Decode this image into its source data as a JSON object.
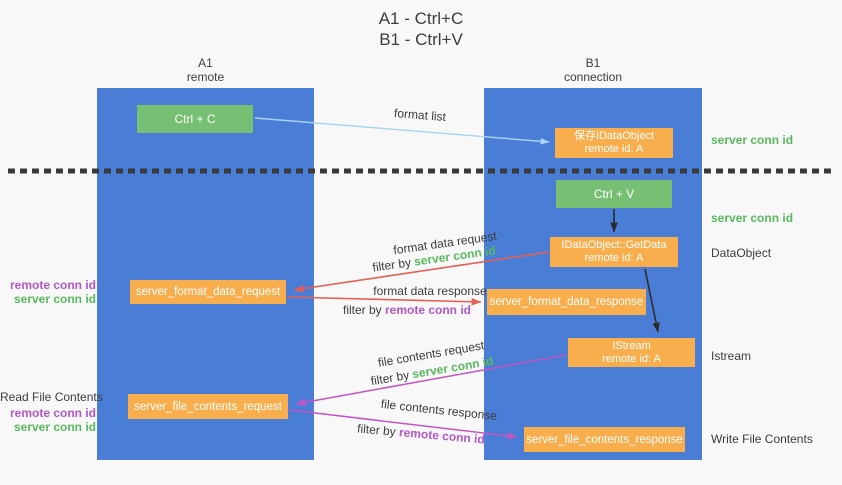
{
  "title": {
    "line1": "A1 - Ctrl+C",
    "line2": "B1 - Ctrl+V"
  },
  "columns": {
    "a": {
      "name": "A1",
      "subtitle": "remote"
    },
    "b": {
      "name": "B1",
      "subtitle": "connection"
    }
  },
  "nodes": {
    "ctrl_c": "Ctrl + C",
    "ctrl_v": "Ctrl + V",
    "save_dataobject": {
      "line1": "保存IDataObject",
      "line2": "remote id: A"
    },
    "getdata": {
      "line1": "IDataObject::GetData",
      "line2": "remote id: A"
    },
    "istream": {
      "line1": "IStream",
      "line2": "remote id: A"
    },
    "format_request": "server_format_data_request",
    "format_response": "server_format_data_response",
    "file_request": "server_file_contents_request",
    "file_response": "server_file_contents_response"
  },
  "flow_labels": {
    "format_list": "format list",
    "format_data_request": "format data request",
    "format_data_response": "format data response",
    "file_contents_request": "file contents request",
    "file_contents_response": "file contents response",
    "filter_by": "filter by ",
    "server_conn_id": "server conn id",
    "remote_conn_id": "remote conn id"
  },
  "side_labels": {
    "server_conn_id": "server conn id",
    "remote_conn_id": "remote conn id",
    "dataobject": "DataObject",
    "istream": "Istream",
    "read_file_contents": "Read File Contents",
    "write_file_contents": "Write File Contents"
  },
  "colors": {
    "canvas-bg": "#f8f8f8",
    "column-blue": "#4a7ed6",
    "box-green": "#77c073",
    "box-orange": "#f9ae4e",
    "text-dark": "#3d3d3d",
    "text-white": "#ffffff",
    "accent-green": "#58b95e",
    "accent-purple": "#b257c4",
    "arrow-red": "#e55f55",
    "arrow-magenta": "#c454c4",
    "arrow-lightblue": "#a9d3f2",
    "arrow-black": "#2b2b2b",
    "divider-dark": "#3a3a3a"
  }
}
